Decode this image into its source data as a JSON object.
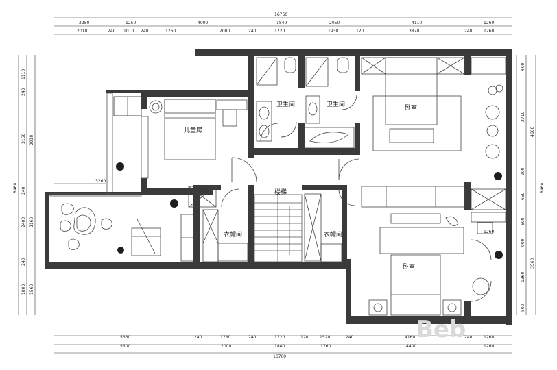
{
  "rooms": {
    "kids_room": "儿童房",
    "bath_left": "卫生间",
    "bath_right": "卫生间",
    "bedroom_top": "卧室",
    "bedroom_bottom": "卧室",
    "stairs": "楼梯",
    "closet_left": "衣帽间",
    "closet_right": "衣帽间"
  },
  "dimensions": {
    "top_total": "16760",
    "top_row1": [
      "2250",
      "1250",
      "4000",
      "1840",
      "2050",
      "4110",
      "1260"
    ],
    "top_row2": [
      "2010",
      "240",
      "1010",
      "240",
      "1760",
      "2000",
      "240",
      "1720",
      "1930",
      "120",
      "3870",
      "240",
      "1260"
    ],
    "bottom_row1": [
      "5360",
      "240",
      "1760",
      "240",
      "1720",
      "120",
      "1520",
      "240",
      "4160",
      "240",
      "1260"
    ],
    "bottom_row2": [
      "5500",
      "2000",
      "1840",
      "1760",
      "4400",
      "1260"
    ],
    "bottom_total": "16760",
    "left_total": "8460",
    "left_row1": [
      "1110",
      "240",
      "3150",
      "240",
      "2400",
      "240",
      "1800"
    ],
    "left_row2": [
      "2910",
      "2160",
      "1560"
    ],
    "right_total": "8460",
    "right_row1": [
      "4660",
      "3560"
    ],
    "right_row2": [
      "600",
      "2710",
      "900",
      "650",
      "600",
      "900",
      "1360",
      "500"
    ],
    "side_label": "3260",
    "desk_label": "1260"
  },
  "watermark": "Beb"
}
